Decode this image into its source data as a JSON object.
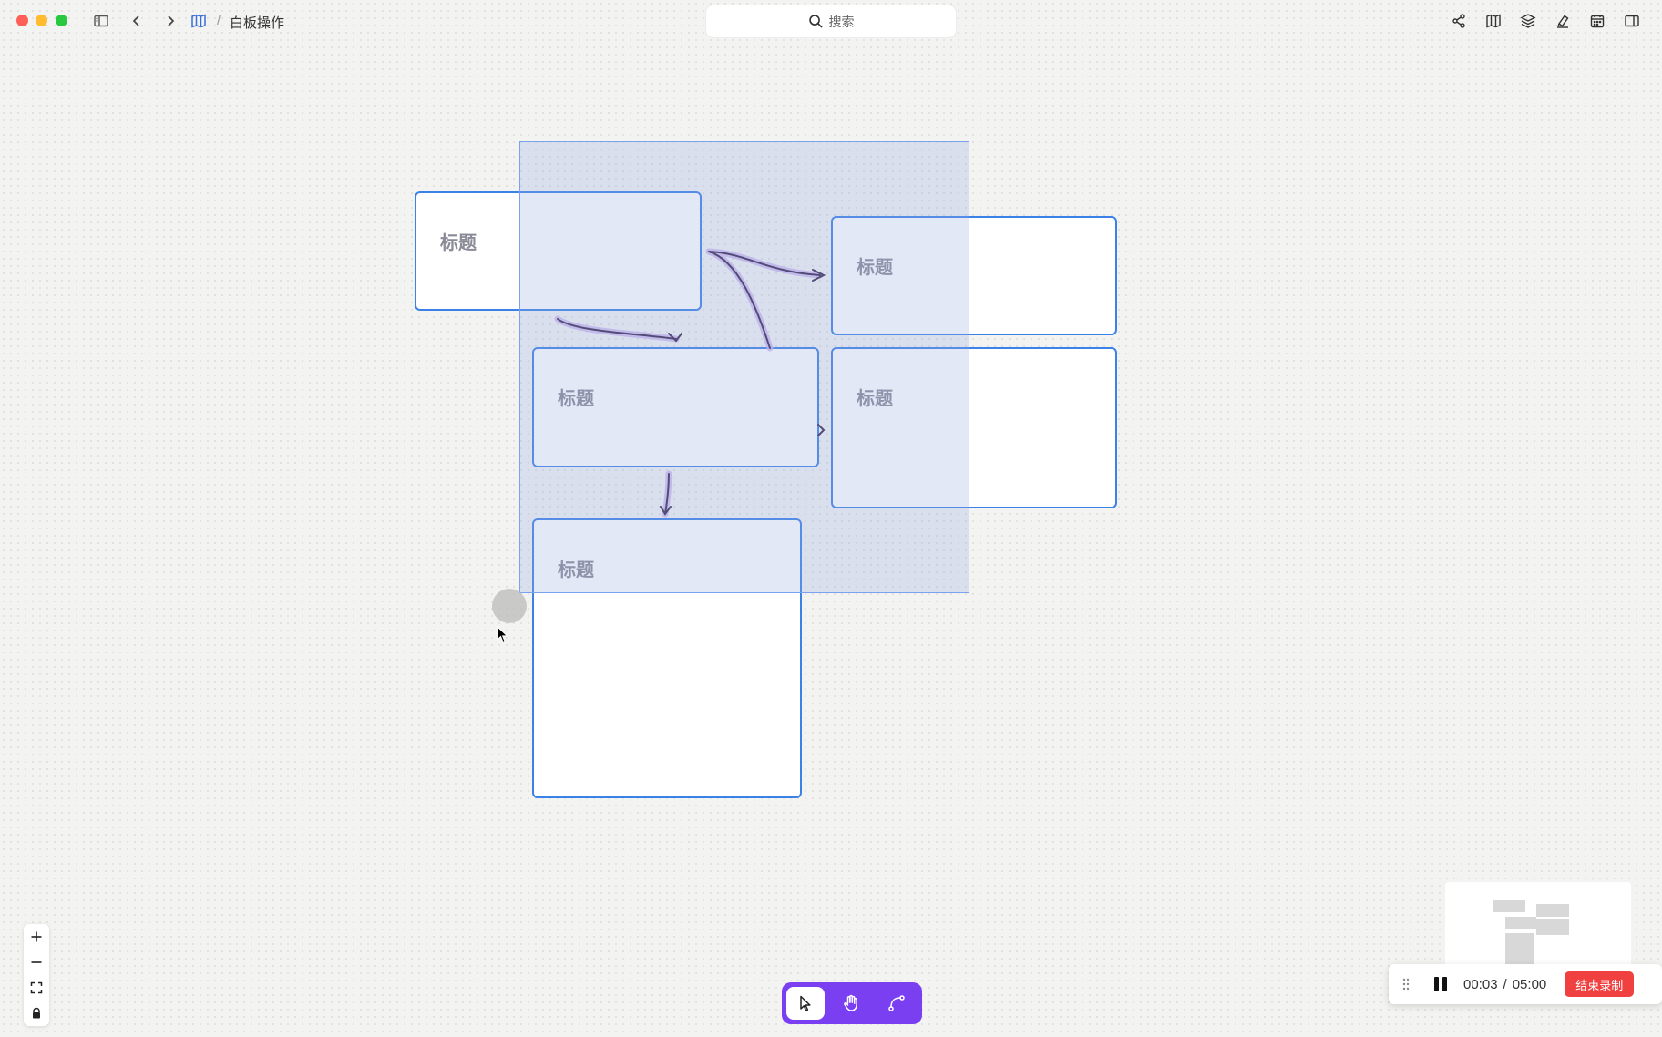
{
  "titlebar": {
    "breadcrumb_separator": "/",
    "doc_title": "白板操作"
  },
  "search": {
    "placeholder": "搜索"
  },
  "canvas": {
    "cards": [
      {
        "title": "标题"
      },
      {
        "title": "标题"
      },
      {
        "title": "标题"
      },
      {
        "title": "标题"
      },
      {
        "title": "标题"
      }
    ]
  },
  "zoom": {
    "items": [
      "plus-icon",
      "minus-icon",
      "fit-screen-icon",
      "lock-icon"
    ]
  },
  "toolbar": {
    "tools": [
      {
        "name": "select",
        "icon": "cursor-icon",
        "active": true
      },
      {
        "name": "hand",
        "icon": "hand-icon",
        "active": false
      },
      {
        "name": "connector",
        "icon": "connector-icon",
        "active": false
      }
    ]
  },
  "recording": {
    "elapsed": "00:03",
    "separator": "/",
    "total": "05:00",
    "stop_label": "结束录制"
  },
  "colors": {
    "accent": "#7b3ff2",
    "card_border": "#3b82e8",
    "record_red": "#f04040"
  }
}
